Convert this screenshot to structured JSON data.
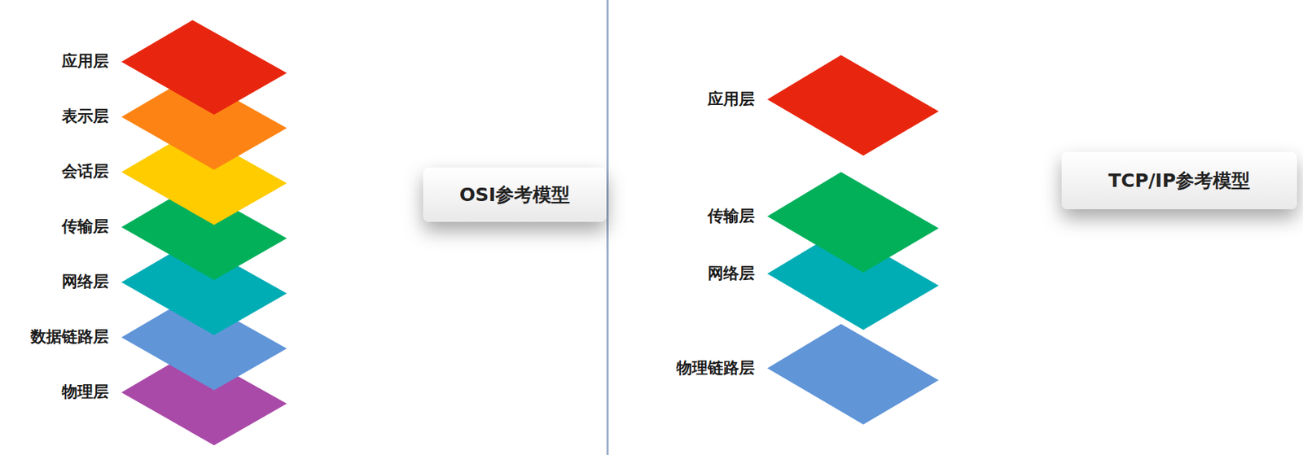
{
  "diagram": {
    "nodes": [
      {
        "text": [
          "应用层"
        ]
      },
      {
        "text": [
          "表示层"
        ]
      },
      {
        "text": [
          "会话层"
        ]
      },
      {
        "text": [
          "传输层"
        ]
      },
      {
        "text": [
          "网络层"
        ]
      },
      {
        "text": [
          "数据链路层"
        ]
      },
      {
        "text": [
          "物理层"
        ]
      },
      {
        "text": [
          "OSI参考模型"
        ]
      },
      {
        "text": [
          "应用层"
        ]
      },
      {
        "text": [
          "传输层"
        ]
      },
      {
        "text": [
          "网络层"
        ]
      },
      {
        "text": [
          "物理链路层"
        ]
      },
      {
        "text": [
          "TCP/IP参考模型"
        ]
      }
    ]
  }
}
